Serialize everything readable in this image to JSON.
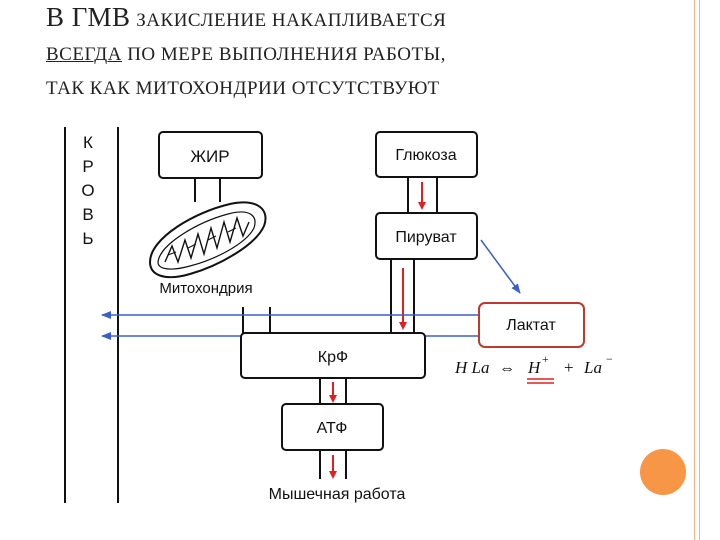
{
  "title": {
    "line1_prefix": "В ГМВ",
    "line1_rest": "закисление накапливается",
    "line2_underlined": "всегда",
    "line2_rest": "по мере выполнения работы,",
    "line3": "так как митохондрии отсутствуют"
  },
  "diagram": {
    "blood_label": [
      "К",
      "Р",
      "О",
      "В",
      "Ь"
    ],
    "boxes": {
      "fat": "ЖИР",
      "glucose": "Глюкоза",
      "pyruvate": "Пируват",
      "lactate": "Лактат",
      "krf": "КрФ",
      "atf": "АТФ"
    },
    "mitochondria_label": "Митохондрия",
    "muscle_work_label": "Мышечная работа",
    "equation": {
      "left": "H La",
      "arrow": "⇔",
      "h": "H",
      "h_sup": "+",
      "plus": "+",
      "la": "La",
      "la_sup": "−"
    },
    "colors": {
      "arrow_red": "#e02020",
      "arrow_blue": "#3a5fcd",
      "lactate_border": "#c0392b",
      "accent_orange": "#f79646",
      "frame_peach": "#f4b183"
    }
  }
}
